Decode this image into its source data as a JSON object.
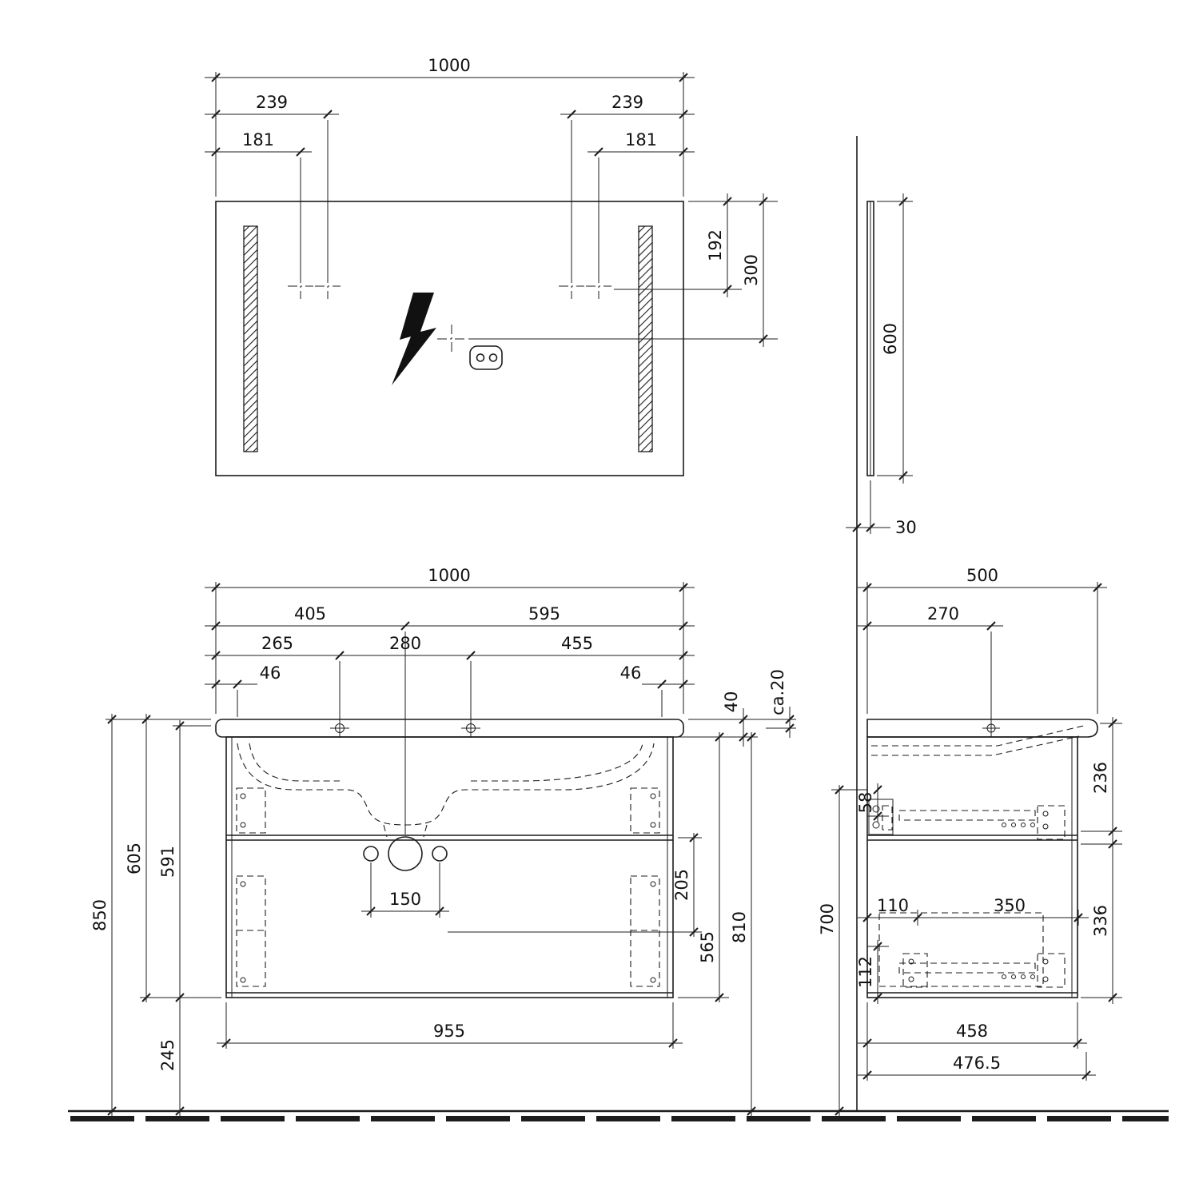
{
  "mirror_front": {
    "width": "1000",
    "offset_239_left": "239",
    "offset_239_right": "239",
    "offset_181_left": "181",
    "offset_181_right": "181",
    "light_center_drop": "192",
    "socket_drop": "300"
  },
  "mirror_side": {
    "height": "600",
    "depth": "30"
  },
  "vanity_front": {
    "width": "1000",
    "split_left": "405",
    "split_right": "595",
    "tap_offset_left": "265",
    "tap_spacing": "280",
    "tap_offset_right": "455",
    "edge_left": "46",
    "edge_right": "46",
    "basin_height": "40",
    "approx_gap": "ca.20",
    "total_height": "850",
    "basin_to_bottom": "605",
    "apron_to_bottom": "591",
    "clearance": "245",
    "under_basin_height": "810",
    "cabinet_height": "565",
    "drain_drop": "205",
    "cabinet_width": "955",
    "drain_spacing": "150"
  },
  "vanity_side": {
    "depth": "500",
    "tap_setback": "270",
    "upper_section": "236",
    "lower_section": "336",
    "rail_offset_top": "58",
    "rail_offset_bottom": "112",
    "mount_height": "700",
    "rail_setback": "110",
    "rail_length": "350",
    "cabinet_depth": "458",
    "front_depth": "476.5"
  }
}
